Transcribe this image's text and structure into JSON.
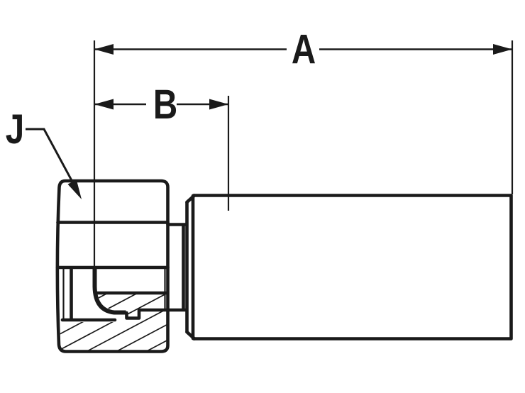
{
  "drawing": {
    "background_color": "#ffffff",
    "line_color": "#1a1a1a",
    "labels": {
      "dim_a": "A",
      "dim_b": "B",
      "leader_j": "J"
    }
  }
}
